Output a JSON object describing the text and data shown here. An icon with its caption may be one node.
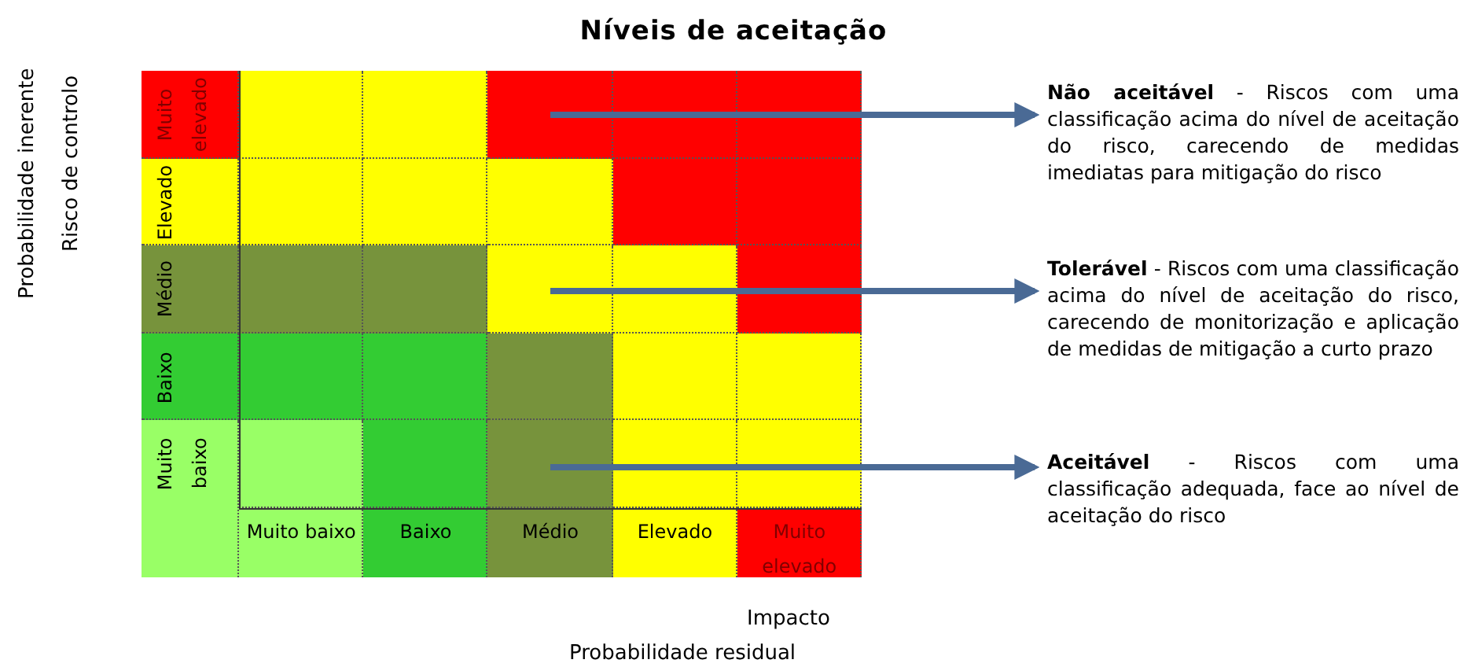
{
  "diagram": {
    "title": "Níveis de aceitação",
    "nodes": [
      {
        "text": [
          "**Não aceitável** - Riscos com uma classificação acima do nível de aceitação do risco, carecendo de medidas imediatas para mitigação do risco"
        ]
      },
      {
        "text": [
          "**Tolerável** - Riscos com uma classificação acima do nível de aceitação do risco, carecendo de monitorização e aplicação de medidas de mitigação a curto prazo"
        ]
      },
      {
        "text": [
          "**Aceitável** - Riscos com uma classificação adequada, face ao nível de aceitação do risco"
        ]
      }
    ],
    "edges": [
      {
        "from": null,
        "to": 0,
        "arrow": "to"
      },
      {
        "from": null,
        "to": 1,
        "arrow": "to"
      },
      {
        "from": null,
        "to": 2,
        "arrow": "to"
      }
    ],
    "labels": [
      "Probabilidade inerente",
      "Risco de controlo",
      "Muito elevado",
      "Elevado",
      "Médio",
      "Baixo",
      "Muito baixo",
      "Muito baixo",
      "Baixo",
      "Médio",
      "Elevado",
      "Muito elevado",
      "Impacto",
      "Probabilidade residual"
    ]
  }
}
